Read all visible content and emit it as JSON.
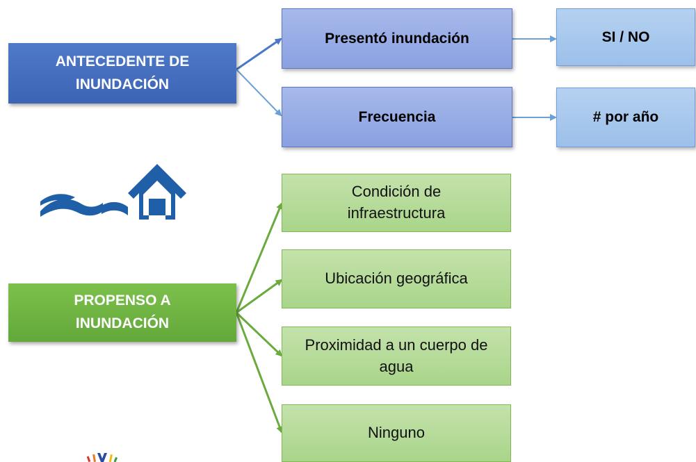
{
  "antecedente": {
    "main_label": "ANTECEDENTE DE INUNDACIÓN",
    "questions": [
      {
        "label": "Presentó inundación",
        "answer": "SI / NO"
      },
      {
        "label": "Frecuencia",
        "answer": "# por año"
      }
    ]
  },
  "propenso": {
    "main_label": "PROPENSO A INUNDACIÓN",
    "options": [
      "Condición de infraestructura",
      "Ubicación geográfica",
      "Proximidad a un cuerpo de agua",
      "Ninguno"
    ]
  },
  "icons": {
    "flood": "flood-house-icon",
    "logo": "logo-mark-icon"
  },
  "colors": {
    "blue_dark": "#4472c4",
    "blue_mid": "#8faadc",
    "blue_light": "#9dc3e6",
    "green_dark": "#70ad47",
    "green_light": "#a9d18e",
    "icon_blue": "#1f5fa8"
  }
}
